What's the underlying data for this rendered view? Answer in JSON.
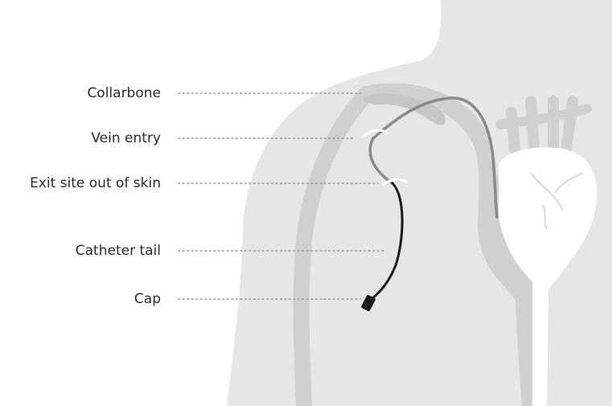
{
  "labels": {
    "collarbone": "Collarbone",
    "vein_entry": "Vein entry",
    "exit_site": "Exit site out of skin",
    "catheter_tail": "Catheter tail",
    "cap": "Cap"
  },
  "colors": {
    "body_silhouette": "#e6e6e6",
    "vessels": "#cfcfcf",
    "bone": "#c6c6c6",
    "catheter_internal": "#8a8a8a",
    "catheter_external": "#1a1a1a",
    "heart": "#ffffff"
  }
}
